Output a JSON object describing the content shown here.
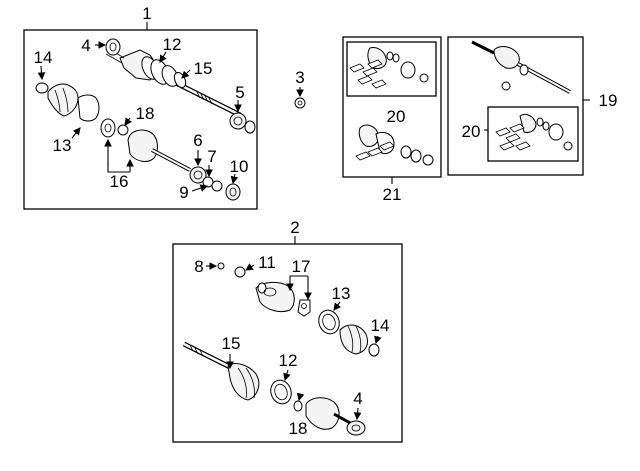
{
  "callouts": {
    "c1": "1",
    "c2": "2",
    "c3": "3",
    "c19": "19",
    "c20a": "20",
    "c20b": "20",
    "c21": "21",
    "b1_4": "4",
    "b1_12": "12",
    "b1_14": "14",
    "b1_15": "15",
    "b1_5": "5",
    "b1_13": "13",
    "b1_18": "18",
    "b1_16": "16",
    "b1_6": "6",
    "b1_7": "7",
    "b1_9": "9",
    "b1_10": "10",
    "b2_8": "8",
    "b2_11": "11",
    "b2_17": "17",
    "b2_13": "13",
    "b2_14": "14",
    "b2_15": "15",
    "b2_12": "12",
    "b2_18": "18",
    "b2_4": "4"
  },
  "icons": [
    "arrow-icon",
    "axle-shaft-icon",
    "boot-icon",
    "clamp-icon",
    "cv-joint-icon",
    "kit-icon"
  ]
}
